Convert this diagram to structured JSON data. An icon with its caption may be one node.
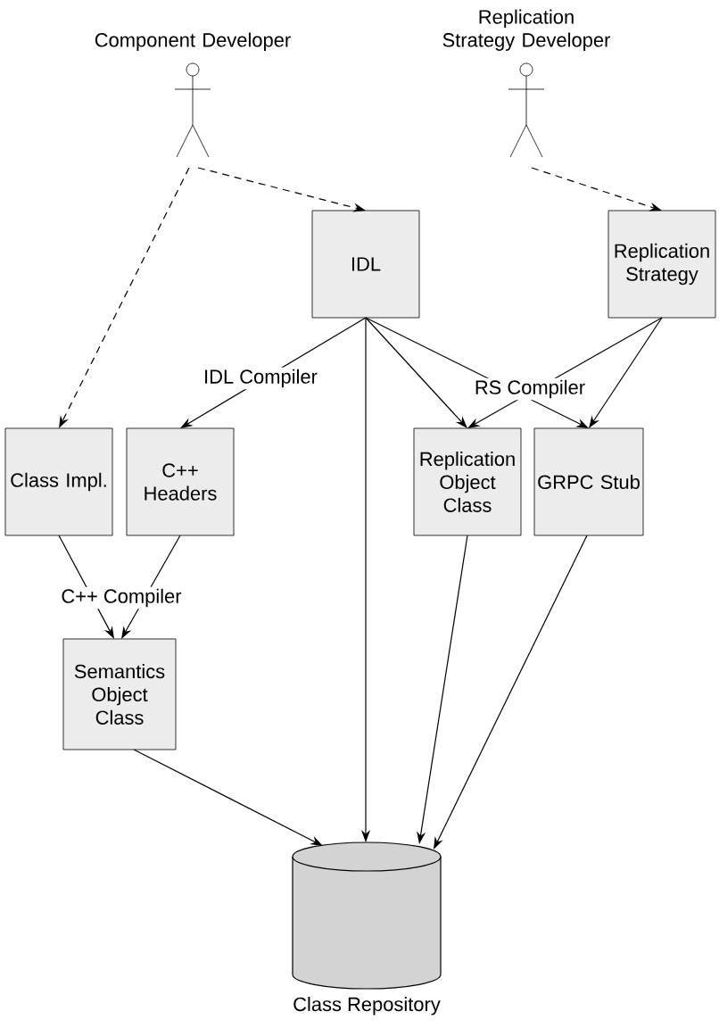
{
  "diagram": {
    "nodes": [
      {
        "text": [
          "Component Developer"
        ]
      },
      {
        "text": [
          "Replication Strategy Developer"
        ]
      },
      {
        "text": [
          "IDL"
        ]
      },
      {
        "text": [
          "Replication Strategy"
        ]
      },
      {
        "text": [
          "Class Impl."
        ]
      },
      {
        "text": [
          "C++ Headers"
        ]
      },
      {
        "text": [
          "Replication Object Class"
        ]
      },
      {
        "text": [
          "GRPC Stub"
        ]
      },
      {
        "text": [
          "Semantics Object Class"
        ]
      },
      {
        "text": [
          "Class Repository"
        ]
      }
    ],
    "edges": [
      {
        "from": 0,
        "to": 2,
        "arrow": "to",
        "style": "dashed"
      },
      {
        "from": 0,
        "to": 4,
        "arrow": "to",
        "style": "dashed"
      },
      {
        "from": 1,
        "to": 3,
        "arrow": "to",
        "style": "dashed"
      },
      {
        "from": 2,
        "to": 5,
        "arrow": "to",
        "label": "IDL Compiler"
      },
      {
        "from": 2,
        "to": 6,
        "arrow": "to"
      },
      {
        "from": 2,
        "to": 7,
        "arrow": "to"
      },
      {
        "from": 3,
        "to": 6,
        "arrow": "to",
        "label": "RS Compiler"
      },
      {
        "from": 3,
        "to": 7,
        "arrow": "to"
      },
      {
        "from": 2,
        "to": 9,
        "arrow": "to"
      },
      {
        "from": 4,
        "to": 8,
        "arrow": "to",
        "label": "C++ Compiler"
      },
      {
        "from": 5,
        "to": 8,
        "arrow": "to"
      },
      {
        "from": 6,
        "to": 9,
        "arrow": "to"
      },
      {
        "from": 7,
        "to": 9,
        "arrow": "to"
      },
      {
        "from": 8,
        "to": 9,
        "arrow": "to"
      }
    ]
  }
}
